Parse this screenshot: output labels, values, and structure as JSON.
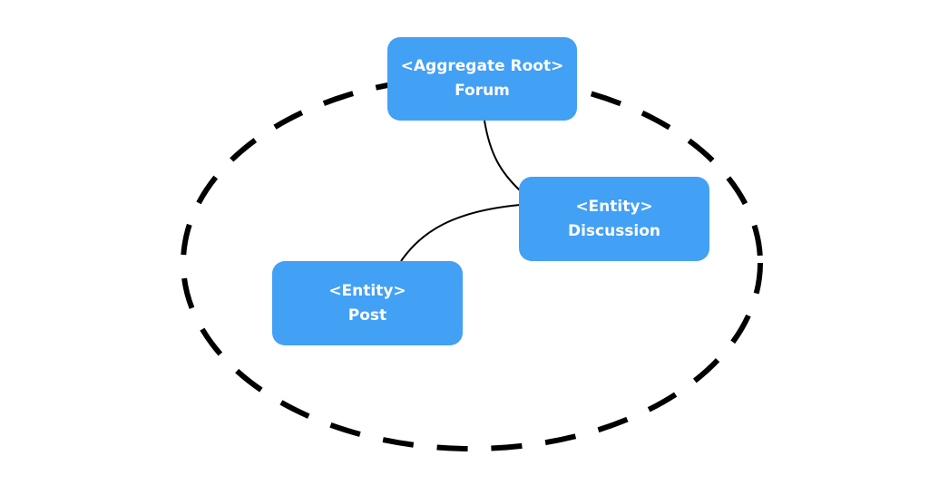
{
  "nodes": {
    "forum": {
      "stereotype": "<Aggregate Root>",
      "name": "Forum"
    },
    "discussion": {
      "stereotype": "<Entity>",
      "name": "Discussion"
    },
    "post": {
      "stereotype": "<Entity>",
      "name": "Post"
    }
  },
  "colors": {
    "node_fill": "#42a0f5",
    "node_text": "#ffffff",
    "boundary": "#000000",
    "connector": "#000000"
  }
}
